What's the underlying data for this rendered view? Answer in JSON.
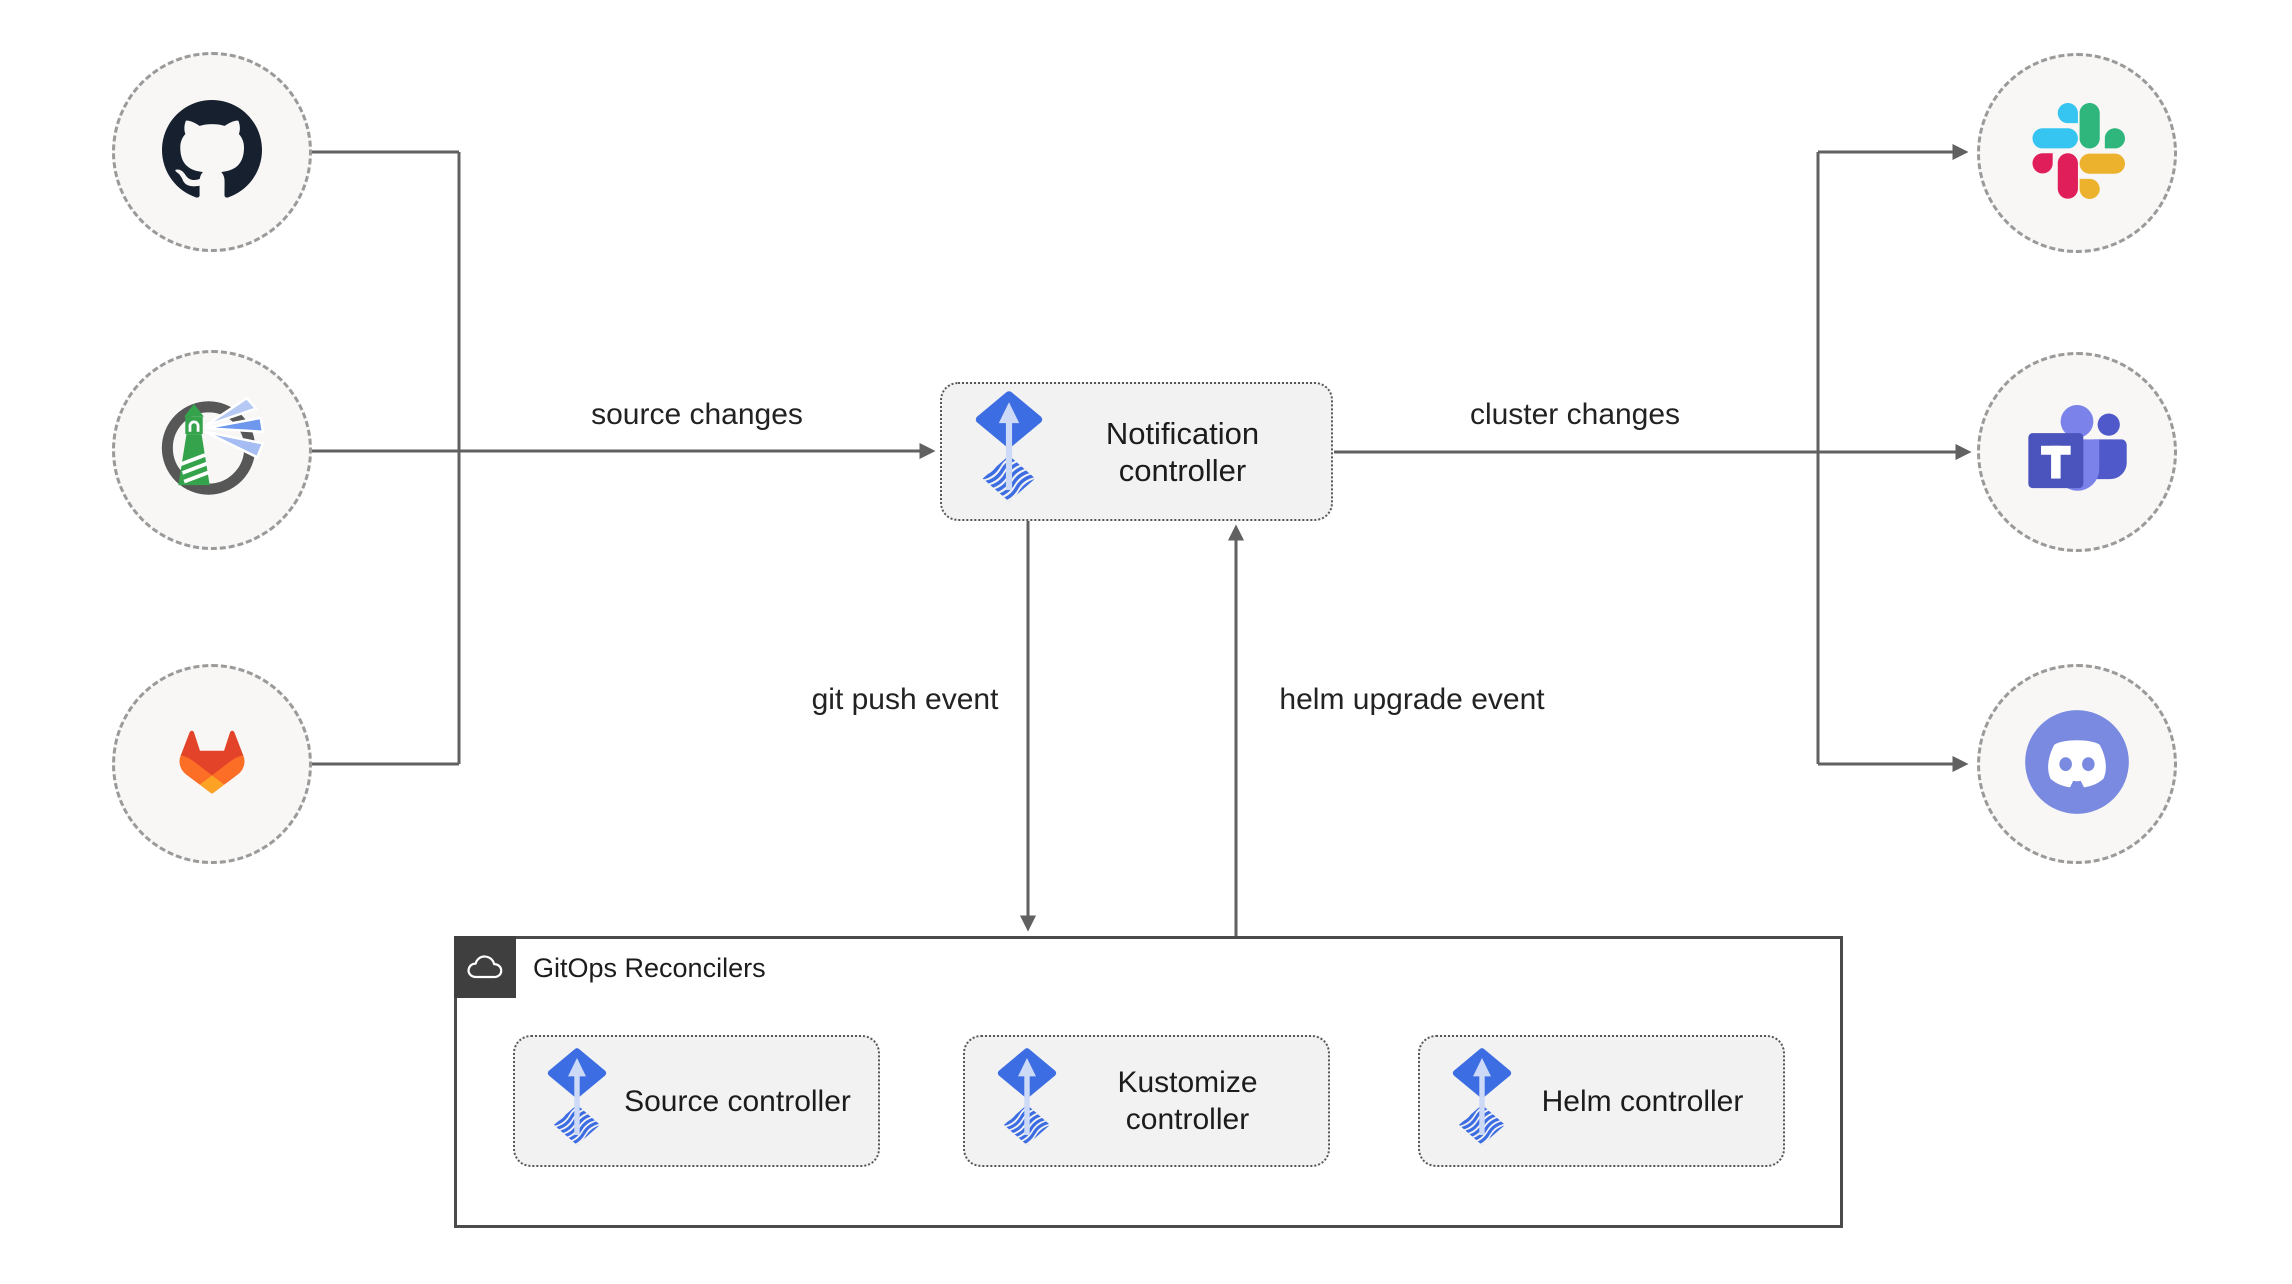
{
  "notification_controller": {
    "label": "Notification controller"
  },
  "edge_labels": {
    "source_changes": "source changes",
    "cluster_changes": "cluster changes",
    "git_push_event": "git push event",
    "helm_upgrade_event": "helm upgrade event"
  },
  "reconcilers": {
    "title": "GitOps Reconcilers",
    "controllers": [
      {
        "label": "Source controller"
      },
      {
        "label": "Kustomize controller"
      },
      {
        "label": "Helm controller"
      }
    ]
  },
  "source_icons": [
    {
      "name": "github-icon"
    },
    {
      "name": "harbor-icon"
    },
    {
      "name": "gitlab-icon"
    }
  ],
  "target_icons": [
    {
      "name": "slack-icon"
    },
    {
      "name": "teams-icon"
    },
    {
      "name": "discord-icon"
    }
  ],
  "colors": {
    "line": "#616161",
    "flux_blue": "#3d6de2",
    "node_fill": "#f8f7f5",
    "box_fill": "#f2f2f2",
    "group_border": "#4b4b4b",
    "badge_fill": "#3f3f3f"
  }
}
